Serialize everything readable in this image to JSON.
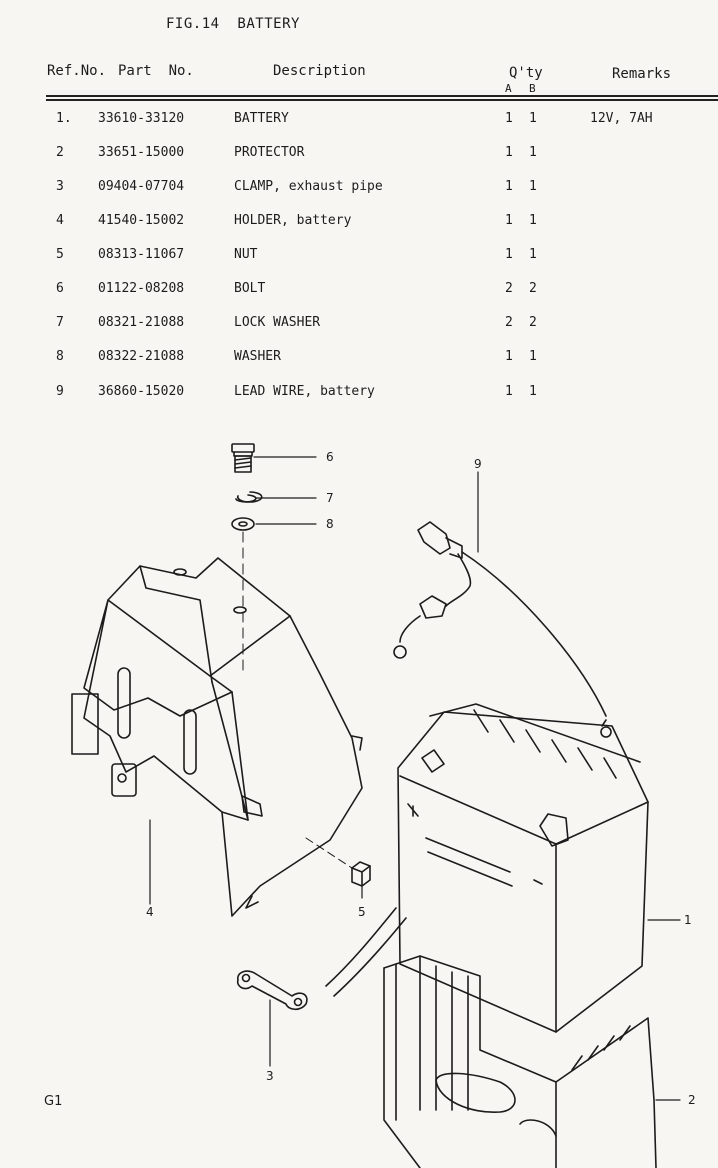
{
  "figure": {
    "title": "FIG.14  BATTERY"
  },
  "header": {
    "ref_no": "Ref.No.",
    "part_no": "Part  No.",
    "description": "Description",
    "qty": "Q'ty",
    "qty_a": "A",
    "qty_b": "B",
    "remarks": "Remarks"
  },
  "parts": [
    {
      "ref": "1.",
      "part": "33610-33120",
      "desc": "BATTERY",
      "qa": "1",
      "qb": "1",
      "remarks": "12V, 7AH"
    },
    {
      "ref": "2",
      "part": "33651-15000",
      "desc": "PROTECTOR",
      "qa": "1",
      "qb": "1",
      "remarks": ""
    },
    {
      "ref": "3",
      "part": "09404-07704",
      "desc": "CLAMP, exhaust pipe",
      "qa": "1",
      "qb": "1",
      "remarks": ""
    },
    {
      "ref": "4",
      "part": "41540-15002",
      "desc": "HOLDER, battery",
      "qa": "1",
      "qb": "1",
      "remarks": ""
    },
    {
      "ref": "5",
      "part": "08313-11067",
      "desc": "NUT",
      "qa": "1",
      "qb": "1",
      "remarks": ""
    },
    {
      "ref": "6",
      "part": "01122-08208",
      "desc": "BOLT",
      "qa": "2",
      "qb": "2",
      "remarks": ""
    },
    {
      "ref": "7",
      "part": "08321-21088",
      "desc": "LOCK WASHER",
      "qa": "2",
      "qb": "2",
      "remarks": ""
    },
    {
      "ref": "8",
      "part": "08322-21088",
      "desc": "WASHER",
      "qa": "1",
      "qb": "1",
      "remarks": ""
    },
    {
      "ref": "9",
      "part": "36860-15020",
      "desc": "LEAD WIRE, battery",
      "qa": "1",
      "qb": "1",
      "remarks": ""
    }
  ],
  "callouts": {
    "c1": "1",
    "c2": "2",
    "c3": "3",
    "c4": "4",
    "c5": "5",
    "c6": "6",
    "c7": "7",
    "c8": "8",
    "c9": "9"
  },
  "footer": {
    "page_id": "G1"
  }
}
